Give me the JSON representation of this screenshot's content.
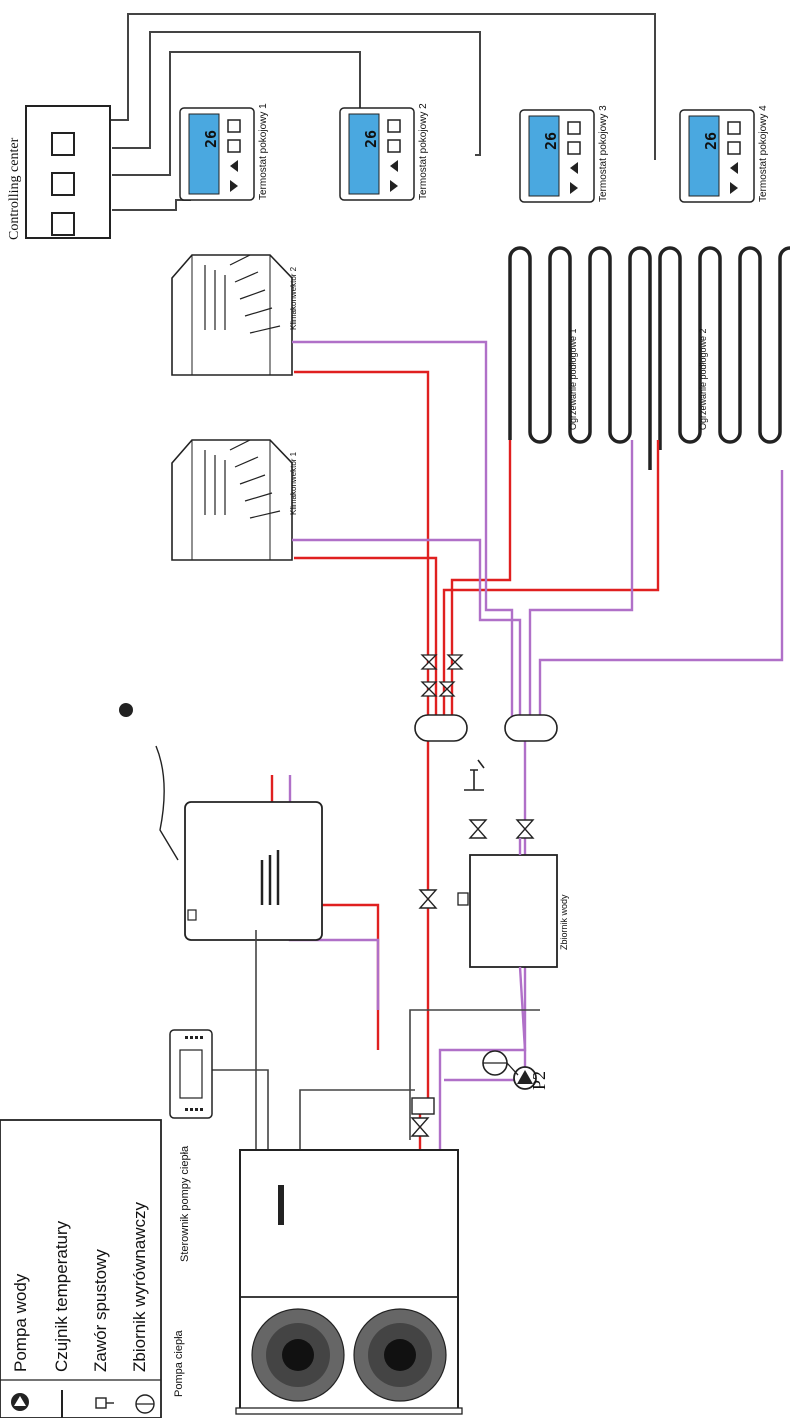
{
  "controlling_center": {
    "label": "Controlling center"
  },
  "thermostats": [
    {
      "label": "Termostat pokojowy 1",
      "display": "26"
    },
    {
      "label": "Termostat pokojowy 2",
      "display": "26"
    },
    {
      "label": "Termostat pokojowy 3",
      "display": "26"
    },
    {
      "label": "Termostat pokojowy 4",
      "display": "26"
    }
  ],
  "fan_coils": [
    {
      "label": "Klimakonwektor 1"
    },
    {
      "label": "Klimakonwektor 2"
    }
  ],
  "floor_heating": [
    {
      "label": "Ogrzewanie podłogowe 1"
    },
    {
      "label": "Ogrzewanie podłogowe 2"
    }
  ],
  "water_tank": {
    "label": "Zbiornik wody"
  },
  "heat_pump": {
    "label": "Pompa ciepła"
  },
  "heat_pump_controller": {
    "label": "Sterownik pompy ciepła"
  },
  "pump": {
    "label": "P2"
  },
  "legend": [
    {
      "icon": "water-pump-icon",
      "label": "Pompa wody"
    },
    {
      "icon": "temperature-sensor-icon",
      "label": "Czujnik temperatury"
    },
    {
      "icon": "drain-valve-icon",
      "label": "Zawór spustowy"
    },
    {
      "icon": "expansion-tank-icon",
      "label": "Zbiornik wyrównawczy"
    }
  ],
  "colors": {
    "supply": "#e02020",
    "return": "#b070c8",
    "signal": "#222222"
  }
}
